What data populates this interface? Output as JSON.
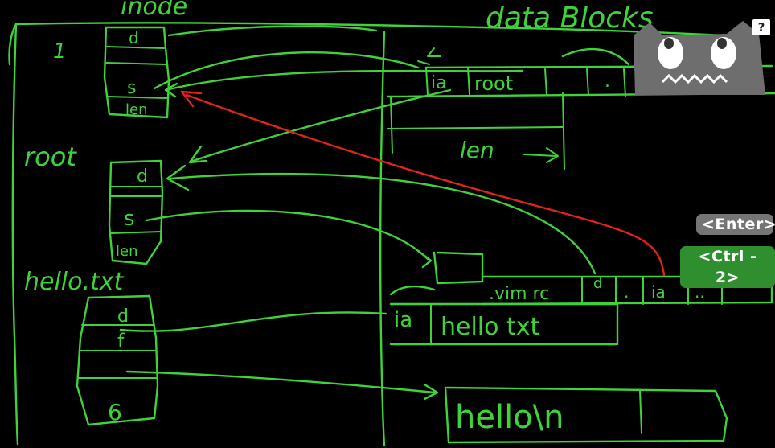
{
  "labels": {
    "inode": "inode",
    "data_blocks": "data Blocks",
    "root": "root",
    "hellotxt": "hello.txt",
    "len": "len",
    "inode_mark": "1"
  },
  "root_inode_fields": [
    "d",
    "",
    "s",
    "len"
  ],
  "root_dir_inode_fields": [
    "d",
    "",
    "s",
    "len"
  ],
  "hello_inode_fields": [
    "d",
    "f",
    "",
    "6"
  ],
  "root_block_entries": [
    "ia",
    "root",
    "",
    ".",
    ""
  ],
  "dir_block_entries": [
    "",
    ".vim rc",
    "d",
    ".",
    "ia",
    "..",
    ""
  ],
  "hello_entry": [
    "ia",
    "hello txt"
  ],
  "file_block_text": "hello\\n",
  "keys": {
    "enter": "<Enter>",
    "ctrl2": "<Ctrl - 2>"
  },
  "help_icon": "?",
  "colors": {
    "background": "#000000",
    "ink_green": "#3fd23a",
    "ink_red": "#e0241b",
    "enter_key": "#757575",
    "ctrl_key": "#2f8f2f"
  }
}
